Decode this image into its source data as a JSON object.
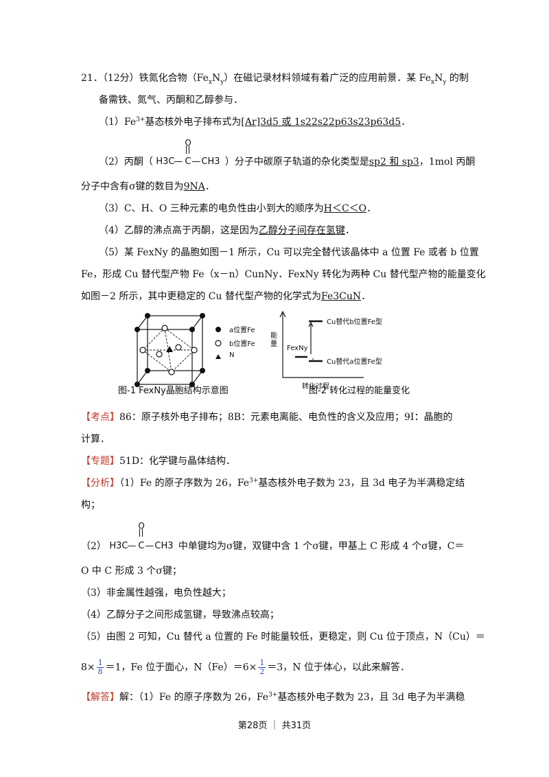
{
  "q21": {
    "intro_1": "21．（12分）铁氮化合物（Fe",
    "intro_1b": "N",
    "intro_1c": "）在磁记录材料领域有着广泛的应用前景．某 Fe",
    "intro_1d": "N",
    "intro_1e": " 的制",
    "intro_2": "备需铁、氮气、丙酮和乙醇参与．",
    "p1_pre": "（1）Fe",
    "p1_pre2": "基态核外电子排布式为",
    "p1_ans": "[Ar]3d5 或 1s22s22p63s23p63d5",
    "p2_pre": "（2）丙酮（",
    "p2_mid": "）分子中碳原子轨道的杂化类型是",
    "p2_ans1": "sp2 和 sp3",
    "p2_post": "，1mol 丙酮",
    "p2_line2": "分子中含有σ键的数目为",
    "p2_ans2": "9NA",
    "p3_pre": "（3）C、H、O 三种元素的电负性由小到大的顺序为",
    "p3_ans": "H＜C＜O",
    "p4_pre": "（4）乙醇的沸点高于丙酮，这是因为",
    "p4_ans": "乙醇分子间存在氢键",
    "p5_l1": "（5）某 FexNy 的晶胞如图－1 所示，Cu 可以完全替代该晶体中 a 位置 Fe 或者 b 位置",
    "p5_l2": "Fe，形成 Cu 替代型产物 Fe（x－n）CunNy．FexNy 转化为两种 Cu 替代型产物的能量变化",
    "p5_l3_pre": "如图－2 所示，其中更稳定的 Cu 替代型产物的化学式为",
    "p5_ans": "Fe3CuN"
  },
  "figure": {
    "legend_a": "a位置Fe",
    "legend_b": "b位置Fe",
    "legend_n": "N",
    "fig1_caption": "图-1  FexNy晶胞结构示意图",
    "fig2_caption": "图-2  转化过程的能量变化",
    "energy_label": "能量",
    "process_label": "转化过程",
    "top_level": "Cu替代b位置Fe型",
    "mid_level": "FexNy",
    "bottom_level": "Cu替代a位置Fe型"
  },
  "kaodian": {
    "tag": "【考点】",
    "text": "86：原子核外电子排布；8B：元素电离能、电负性的含义及应用；9I：晶胞的",
    "text2": "计算．"
  },
  "zhuanti": {
    "tag": "【专题】",
    "text": "51D：化学键与晶体结构．"
  },
  "fenxi": {
    "tag": "【分析】",
    "l1a": "（1）Fe 的原子序数为 26，Fe",
    "l1b": "基态核外电子数为 23，且 3d 电子为半满稳定结",
    "l2": "构；",
    "l3_pre": "（2）",
    "l3_post": "中单键均为σ键，双键中含 1 个σ键，甲基上 C 形成 4 个σ键，C＝",
    "l4": "O 中 C 形成 3 个σ键；",
    "l5": "（3）非金属性越强，电负性越大；",
    "l6": "（4）乙醇分子之间形成氢键，导致沸点较高；",
    "l7": "（5）由图 2 可知，Cu 替代 a 位置的 Fe 时能量较低，更稳定，则 Cu 位于顶点，N（Cu）＝",
    "l8a": "8×",
    "l8b": "＝1，Fe 位于面心，N（Fe）＝6×",
    "l8c": "＝3，N 位于体心，以此来解答．",
    "frac1_num": "1",
    "frac1_den": "8",
    "frac2_num": "1",
    "frac2_den": "2"
  },
  "jieda": {
    "tag": "【解答】",
    "text_a": "解：（1）Fe 的原子序数为 26，Fe",
    "text_b": "基态核外电子数为 23，且 3d 电子为半满稳"
  },
  "struct": {
    "o": "O",
    "left": "H3C",
    "c": "C",
    "right": "CH3"
  },
  "charges": {
    "fe3": "3+"
  },
  "footer": "第28页 ｜ 共31页"
}
